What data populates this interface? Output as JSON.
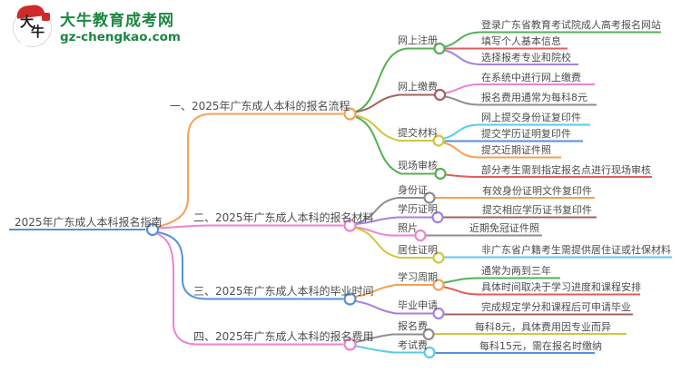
{
  "logo": {
    "symbol_char1": "大",
    "symbol_char2": "牛",
    "title": "大牛教育成考网",
    "domain": "gz-chengkao.com"
  },
  "palette": {
    "blue": "#5590d9",
    "orange": "#f5a054",
    "pink": "#ee82d2",
    "green": "#55b055",
    "red": "#e25d5d",
    "purple": "#a581e0",
    "gray": "#8e8e8e",
    "cyan": "#58cbe8",
    "brown": "#a3635a",
    "yellow": "#cfc83e",
    "text": "#4d4d4d",
    "logo_green": "#1b8742",
    "logo_red": "#cf2a2a"
  },
  "mindmap": {
    "root": {
      "label": "2025年广东成人本科报名指南"
    },
    "branches": [
      {
        "label": "一、2025年广东成人本科的报名流程",
        "children": [
          {
            "label": "网上注册",
            "leaves": [
              "登录广东省教育考试院成人高考报名网站",
              "填写个人基本信息",
              "选择报考专业和院校"
            ]
          },
          {
            "label": "网上缴费",
            "leaves": [
              "在系统中进行网上缴费",
              "报名费用通常为每科8元"
            ]
          },
          {
            "label": "提交材料",
            "leaves": [
              "网上提交身份证复印件",
              "提交学历证明复印件",
              "提交近期证件照"
            ]
          },
          {
            "label": "现场审核",
            "leaves": [
              "部分考生需到指定报名点进行现场审核"
            ]
          }
        ]
      },
      {
        "label": "二、2025年广东成人本科的报名材料",
        "children": [
          {
            "label": "身份证",
            "leaves": [
              "有效身份证明文件复印件"
            ]
          },
          {
            "label": "学历证明",
            "leaves": [
              "提交相应学历证书复印件"
            ]
          },
          {
            "label": "照片",
            "leaves": [
              "近期免冠证件照"
            ]
          },
          {
            "label": "居住证明",
            "leaves": [
              "非广东省户籍考生需提供居住证或社保材料"
            ]
          }
        ]
      },
      {
        "label": "三、2025年广东成人本科的毕业时间",
        "children": [
          {
            "label": "学习周期",
            "leaves": [
              "通常为两到三年",
              "具体时间取决于学习进度和课程安排"
            ]
          },
          {
            "label": "毕业申请",
            "leaves": [
              "完成规定学分和课程后可申请毕业"
            ]
          }
        ]
      },
      {
        "label": "四、2025年广东成人本科的报名费用",
        "children": [
          {
            "label": "报名费",
            "leaves": [
              "每科8元，具体费用因专业而异"
            ]
          },
          {
            "label": "考试费",
            "leaves": [
              "每科15元，需在报名时缴纳"
            ]
          }
        ]
      }
    ]
  }
}
